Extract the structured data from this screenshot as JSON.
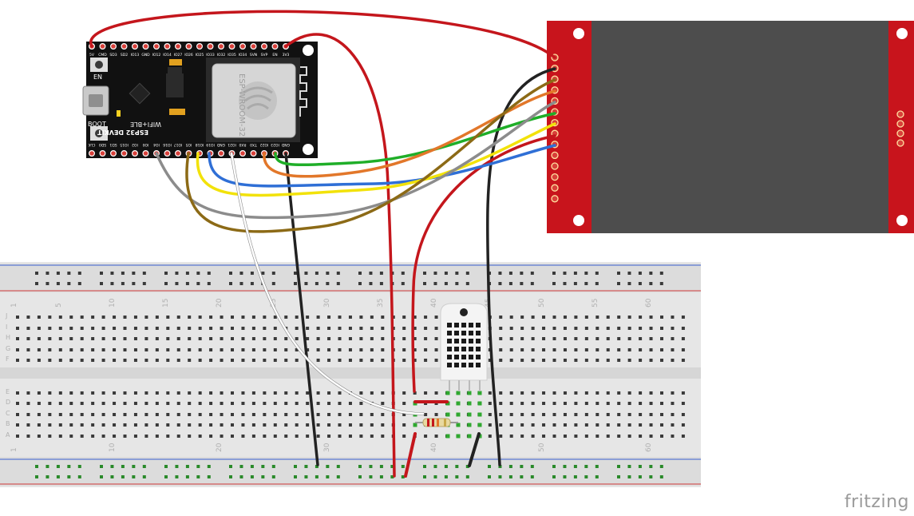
{
  "esp32": {
    "board_label": "ESP32 DEVKIT",
    "sub_label": "WIFI+BLE",
    "module_label": "ESP-WROOM-32",
    "btn_en": "EN",
    "btn_boot": "BOOT",
    "top_pins": [
      "5V",
      "CMD",
      "SD3",
      "SD2",
      "IO13",
      "GND",
      "IO12",
      "IO14",
      "IO27",
      "IO26",
      "IO25",
      "IO33",
      "IO32",
      "IO35",
      "IO34",
      "SVN",
      "SVP",
      "EN",
      "3V3"
    ],
    "bottom_pins": [
      "CLK",
      "SD0",
      "SD1",
      "IO15",
      "IO2",
      "IO0",
      "IO4",
      "IO16",
      "IO17",
      "IO5",
      "IO18",
      "IO19",
      "GND",
      "IO21",
      "RX0",
      "TX0",
      "IO22",
      "IO23",
      "GND"
    ]
  },
  "breadboard": {
    "column_numbers": [
      "1",
      "5",
      "10",
      "15",
      "20",
      "25",
      "30",
      "35",
      "40",
      "45",
      "50",
      "55",
      "60"
    ],
    "row_letters_top": [
      "J",
      "I",
      "H",
      "G",
      "F"
    ],
    "row_letters_bottom": [
      "E",
      "D",
      "C",
      "B",
      "A"
    ]
  },
  "brand": "fritzing",
  "colors": {
    "board": "#111111",
    "pcb_red": "#c8141c",
    "screen": "#4d4d4d",
    "breadboard": "#e6e6e6",
    "wire_red": "#c4161c",
    "wire_black": "#222222",
    "wire_blue": "#2f6fd6",
    "wire_yellow": "#f2e20a",
    "wire_green": "#1fae28",
    "wire_orange": "#e2772a",
    "wire_grey": "#8c8c8c",
    "wire_brown": "#8c6a16",
    "wire_white": "#ffffff"
  }
}
